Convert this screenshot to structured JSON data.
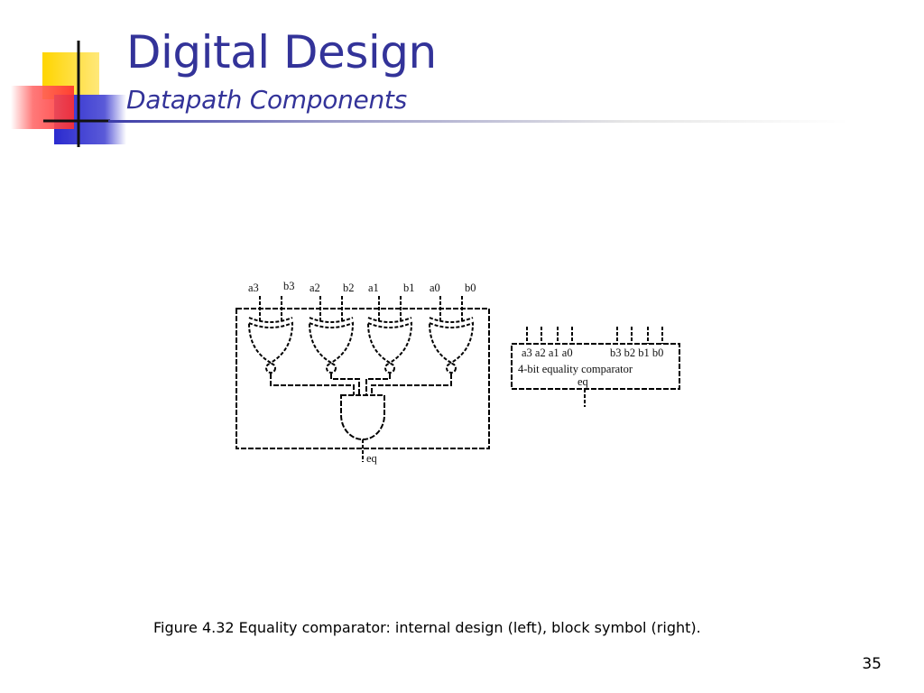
{
  "slide": {
    "title": "Digital Design",
    "subtitle": "Datapath Components",
    "caption": "Figure 4.32 Equality comparator: internal design (left), block symbol (right).",
    "page_number": "35"
  },
  "diagram": {
    "internal_inputs": [
      "a3",
      "b3",
      "a2",
      "b2",
      "a1",
      "b1",
      "a0",
      "b0"
    ],
    "internal_output": "eq",
    "block_inputs_a": "a3 a2 a1 a0",
    "block_inputs_b": "b3 b2 b1 b0",
    "block_name": "4-bit equality comparator",
    "block_output": "eq"
  },
  "colors": {
    "title": "#333399",
    "logo_yellow": "#ffd500",
    "logo_red": "#ff3333",
    "logo_blue": "#3333cc"
  }
}
